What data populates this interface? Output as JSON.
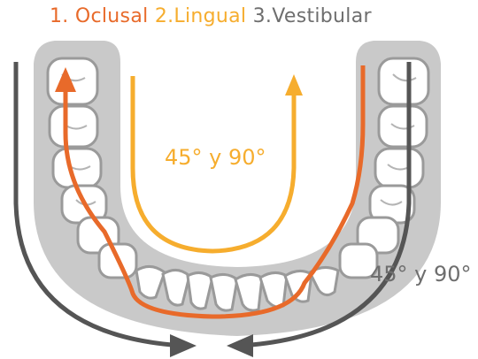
{
  "title": {
    "step1": "1. Oclusal",
    "step2": "2.Lingual",
    "step3": "3.Vestibular"
  },
  "labels": {
    "lingual_angle": "45° y 90°",
    "vestibular_angle": "45° y 90°"
  },
  "colors": {
    "oclusal": "#e86a2a",
    "lingual": "#f6ad2e",
    "vestibular": "#555555",
    "gum": "#c9c9c9",
    "tooth": "#ffffff"
  }
}
